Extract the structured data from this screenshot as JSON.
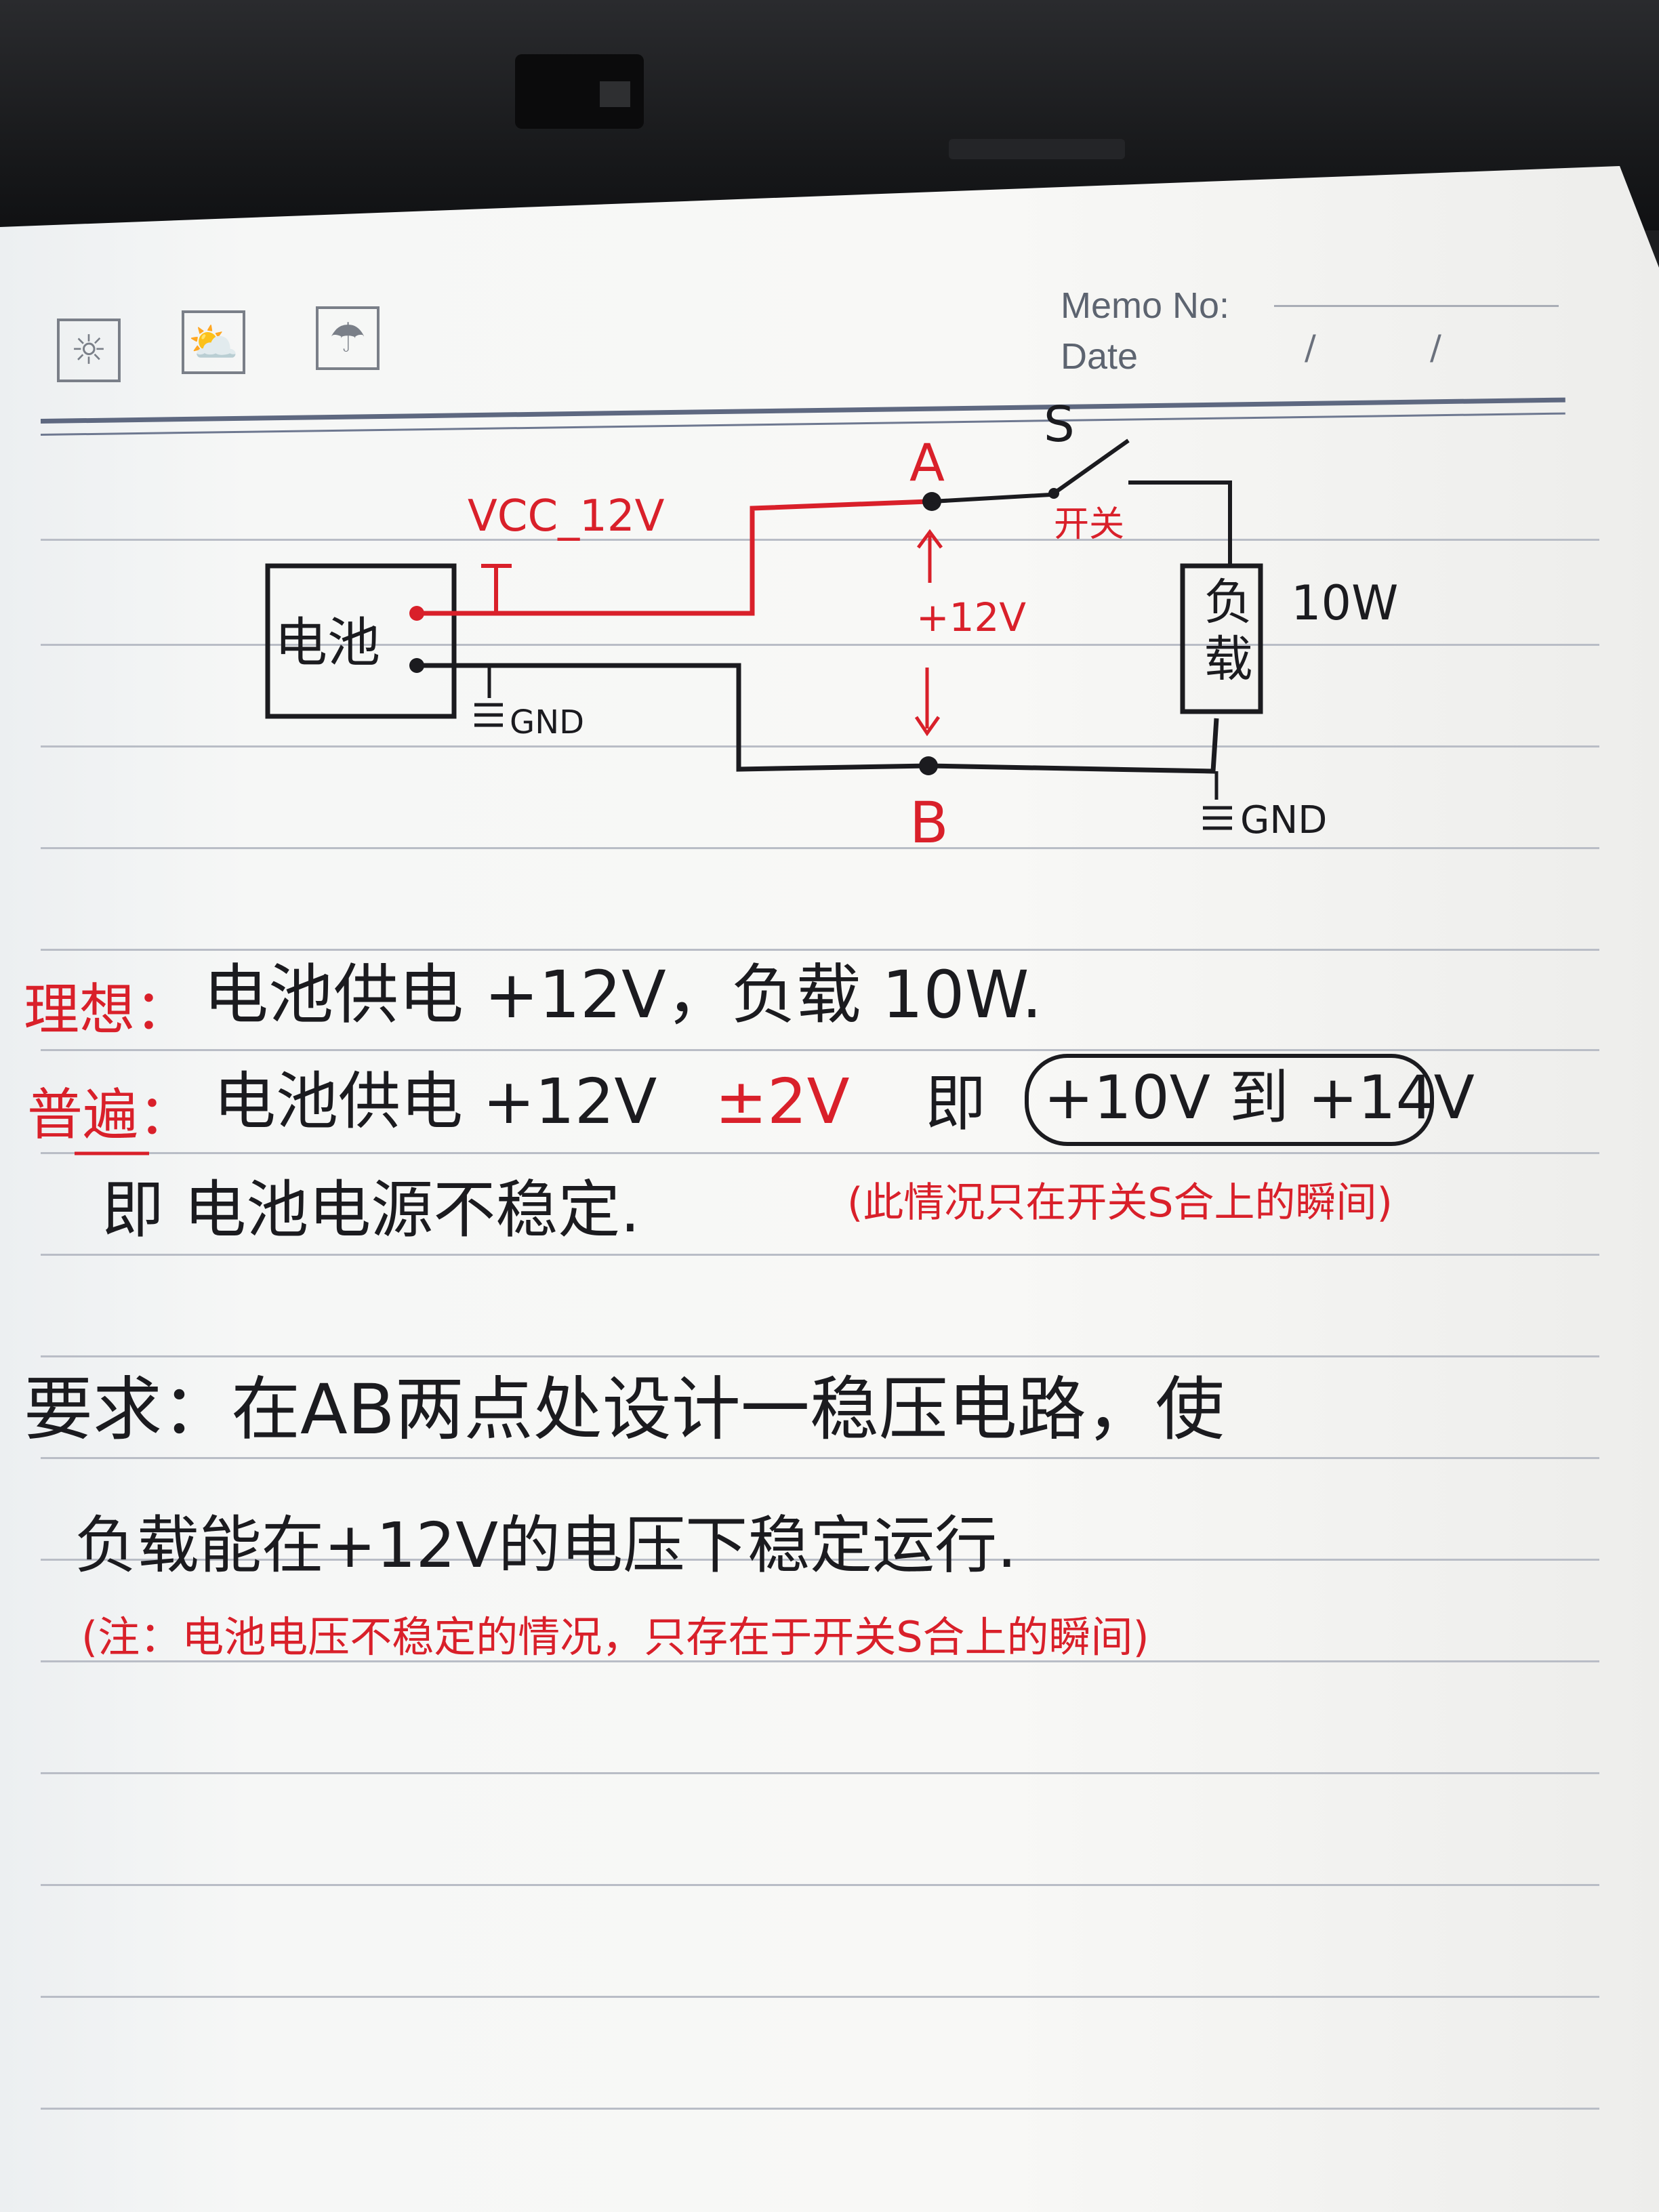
{
  "header": {
    "memo_label": "Memo No:",
    "date_label": "Date",
    "date_slash_1": "/",
    "date_slash_2": "/"
  },
  "icons": [
    "sunny-icon",
    "partly-cloudy-icon",
    "rain-icon"
  ],
  "circuit": {
    "battery_label": "电池",
    "vcc_label": "VCC_12V",
    "gnd_label_left": "GND",
    "node_a": "A",
    "node_b": "B",
    "switch_symbol": "S",
    "switch_label": "开关",
    "voltage_label": "+12V",
    "load_label": "负载",
    "load_power": "10W",
    "gnd_label_right": "GND"
  },
  "notes": {
    "ideal_label": "理想：",
    "ideal_text": "电池供电 +12V，负载 10W.",
    "common_label": "普遍：",
    "common_text": "电池供电 +12V",
    "common_tolerance": "±2V",
    "common_mid": "即",
    "common_range": "+10V 到 +14V",
    "unstable_text": "即 电池电源不稳定.",
    "unstable_note": "(此情况只在开关S合上的瞬间)",
    "req_line1": "要求：在AB两点处设计一稳压电路，使",
    "req_line2": "负载能在+12V的电压下稳定运行.",
    "req_note": "(注：电池电压不稳定的情况，只存在于开关S合上的瞬间)"
  },
  "colors": {
    "ink_black": "#1b1b1f",
    "ink_red": "#d9202a",
    "rule_blue": "#5e6880"
  }
}
